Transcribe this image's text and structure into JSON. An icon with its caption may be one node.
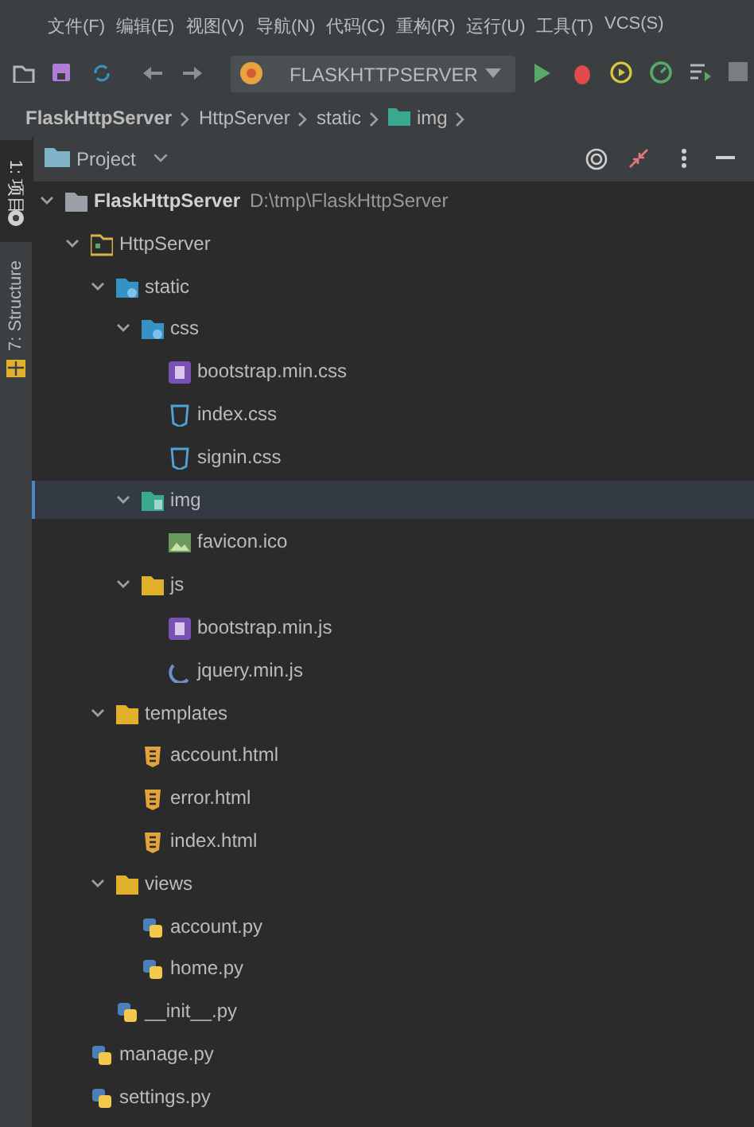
{
  "diagram": {
    "labels": [
      "文件(F)",
      "编辑(E)",
      "视图(V)",
      "导航(N)",
      "代码(C)",
      "重构(R)",
      "运行(U)",
      "工具(T)",
      "VCS(S)",
      "FLASKHTTPSERVER",
      "FlaskHttpServer",
      "HttpServer",
      "static",
      "img",
      "1: 项目",
      "7: Structure",
      "Project",
      "FlaskHttpServer",
      "D:\\tmp\\FlaskHttpServer",
      "HttpServer",
      "static",
      "css",
      "bootstrap.min.css",
      "index.css",
      "signin.css",
      "img",
      "favicon.ico",
      "js",
      "bootstrap.min.js",
      "jquery.min.js",
      "templates",
      "account.html",
      "error.html",
      "index.html",
      "views",
      "account.py",
      "home.py",
      "__init__.py",
      "manage.py",
      "settings.py"
    ]
  }
}
